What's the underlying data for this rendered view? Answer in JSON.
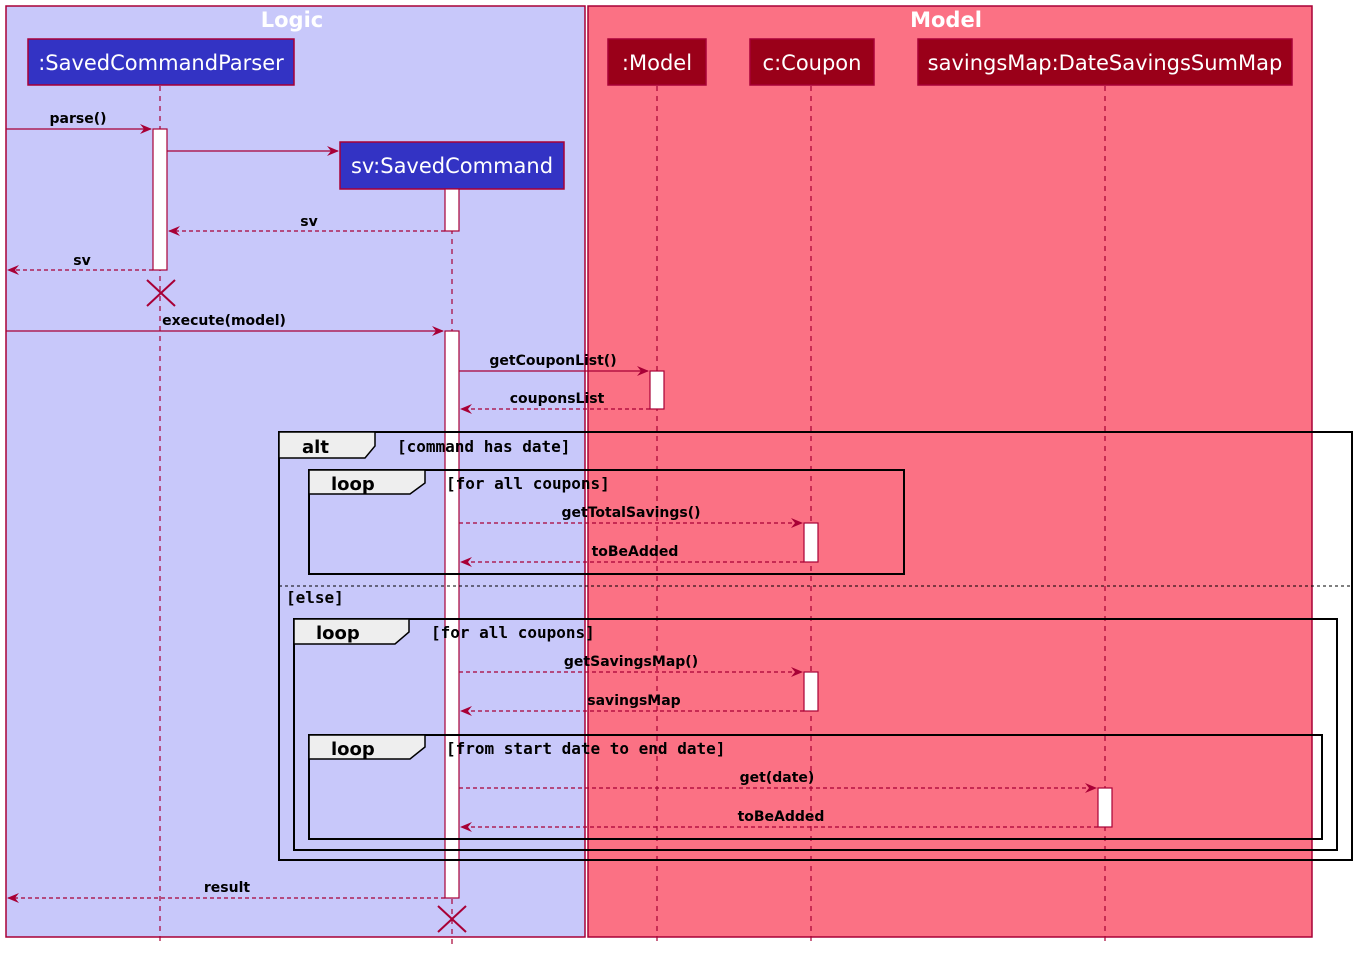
{
  "colors": {
    "logic_box": "#c8c8fa",
    "model_box": "#fb7184",
    "box_border": "#a80036",
    "logic_participant": "#3333c4",
    "model_participant": "#9a0019",
    "arrow": "#a80036"
  },
  "boxes": {
    "logic": "Logic",
    "model": "Model"
  },
  "participants": {
    "parser": ":SavedCommandParser",
    "command": "sv:SavedCommand",
    "model": ":Model",
    "coupon": "c:Coupon",
    "savings_map": "savingsMap:DateSavingsSumMap"
  },
  "messages": {
    "parse": "parse()",
    "sv_return_1": "sv",
    "sv_return_2": "sv",
    "execute": "execute(model)",
    "get_coupon_list": "getCouponList()",
    "coupons_list": "couponsList",
    "get_total_savings": "getTotalSavings()",
    "to_be_added_1": "toBeAdded",
    "get_savings_map": "getSavingsMap()",
    "savings_map": "savingsMap",
    "get_date": "get(date)",
    "to_be_added_2": "toBeAdded",
    "result": "result"
  },
  "frames": {
    "alt": {
      "kind": "alt",
      "guard": "[command has date]",
      "else_guard": "[else]"
    },
    "loop_total": {
      "kind": "loop",
      "guard": "[for all coupons]"
    },
    "loop_map": {
      "kind": "loop",
      "guard": "[for all coupons]"
    },
    "loop_dates": {
      "kind": "loop",
      "guard": "[from start date to end date]"
    }
  }
}
